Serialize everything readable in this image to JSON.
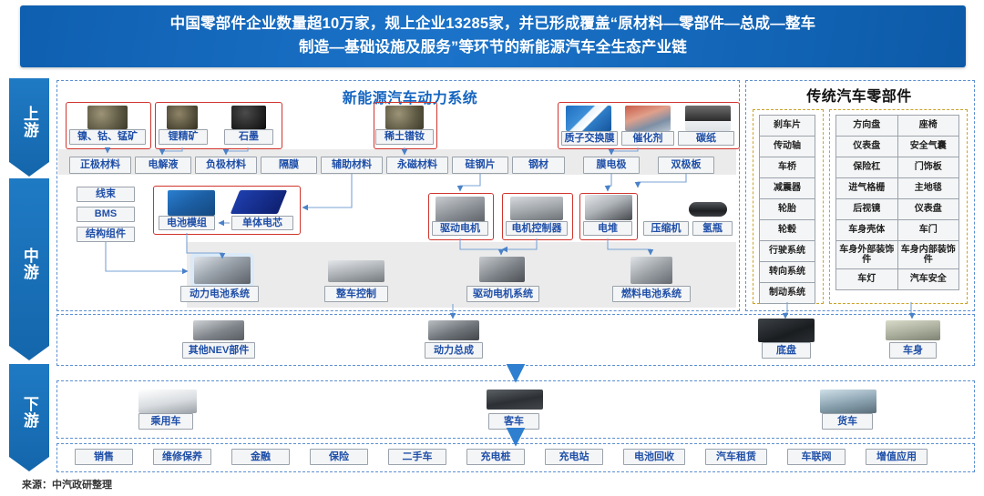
{
  "banner": {
    "line1": "中国零部件企业数量超10万家，规上企业13285家，并已形成覆盖“原材料—零部件—总成—整车",
    "line2": "制造—基础设施及服务”等环节的新能源汽车全生态产业链"
  },
  "stages": [
    {
      "label": "上游"
    },
    {
      "label": "中游"
    },
    {
      "label": "下游"
    }
  ],
  "sections": {
    "nev_power_title": "新能源汽车动力系统",
    "traditional_title": "传统汽车零部件"
  },
  "raw_materials": [
    {
      "label": "镍、钴、锰矿"
    },
    {
      "label": "锂精矿"
    },
    {
      "label": "石墨"
    },
    {
      "label": "稀土镨钕"
    }
  ],
  "fuelcell_materials": [
    {
      "label": "质子交换膜"
    },
    {
      "label": "催化剂"
    },
    {
      "label": "碳纸"
    }
  ],
  "materials_row": [
    {
      "label": "正极材料"
    },
    {
      "label": "电解液"
    },
    {
      "label": "负极材料"
    },
    {
      "label": "隔膜"
    },
    {
      "label": "辅助材料"
    },
    {
      "label": "永磁材料"
    },
    {
      "label": "硅钢片"
    },
    {
      "label": "钢材"
    },
    {
      "label": "膜电极"
    },
    {
      "label": "双极板"
    }
  ],
  "battery_aux": [
    {
      "label": "线束"
    },
    {
      "label": "BMS"
    },
    {
      "label": "结构组件"
    }
  ],
  "battery_group": [
    {
      "label": "电池模组"
    },
    {
      "label": "单体电芯"
    }
  ],
  "components": [
    {
      "label": "驱动电机"
    },
    {
      "label": "电机控制器"
    },
    {
      "label": "电堆"
    },
    {
      "label": "压缩机"
    },
    {
      "label": "氢瓶"
    }
  ],
  "systems": [
    {
      "label": "动力电池系统"
    },
    {
      "label": "整车控制"
    },
    {
      "label": "驱动电机系统"
    },
    {
      "label": "燃料电池系统"
    }
  ],
  "assemblies": [
    {
      "label": "其他NEV部件"
    },
    {
      "label": "动力总成"
    },
    {
      "label": "底盘"
    },
    {
      "label": "车身"
    }
  ],
  "vehicles": [
    {
      "label": "乘用车"
    },
    {
      "label": "客车"
    },
    {
      "label": "货车"
    }
  ],
  "services": [
    {
      "label": "销售"
    },
    {
      "label": "维修保养"
    },
    {
      "label": "金融"
    },
    {
      "label": "保险"
    },
    {
      "label": "二手车"
    },
    {
      "label": "充电桩"
    },
    {
      "label": "充电站"
    },
    {
      "label": "电池回收"
    },
    {
      "label": "汽车租赁"
    },
    {
      "label": "车联网"
    },
    {
      "label": "增值应用"
    }
  ],
  "traditional_parts": {
    "left_column": [
      {
        "label": "刹车片"
      },
      {
        "label": "传动轴"
      },
      {
        "label": "车桥"
      },
      {
        "label": "减震器"
      },
      {
        "label": "轮胎"
      },
      {
        "label": "轮毂"
      },
      {
        "label": "行驶系统"
      },
      {
        "label": "转向系统"
      },
      {
        "label": "制动系统"
      }
    ],
    "right_grid": [
      [
        "方向盘",
        "座椅"
      ],
      [
        "仪表盘",
        "安全气囊"
      ],
      [
        "保险杠",
        "门饰板"
      ],
      [
        "进气格栅",
        "主地毯"
      ],
      [
        "后视镜",
        "仪表盘"
      ],
      [
        "车身壳体",
        "车门"
      ],
      [
        "车身外部装饰件",
        "车身内部装饰件"
      ],
      [
        "车灯",
        "汽车安全"
      ]
    ]
  },
  "source": "来源：中汽政研整理",
  "colors": {
    "banner_blue": "#1b73c9",
    "arrow_blue": "#1f7ac4",
    "chip_text": "#1f4fa8",
    "red_frame": "#d0342c",
    "dash_border": "#5b8fd0",
    "wire": "#5b8fd0"
  }
}
